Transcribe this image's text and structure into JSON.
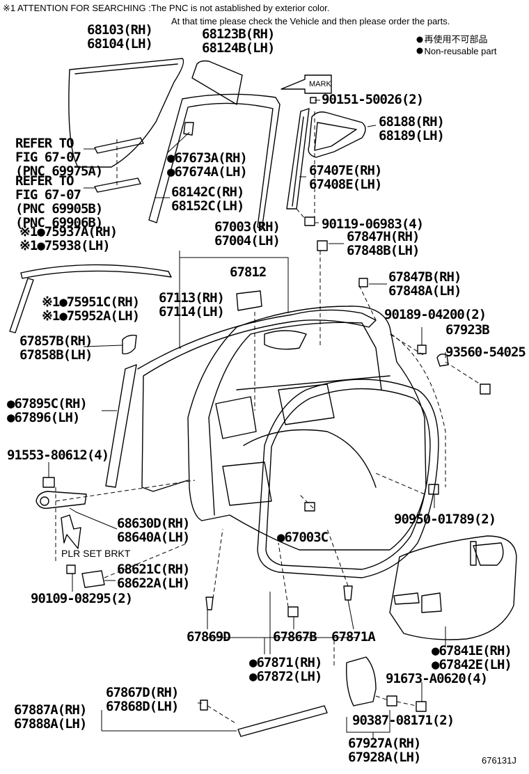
{
  "header": {
    "attention_line1": "※1 ATTENTION FOR SEARCHING :The PNC is not astablished by exterior color.",
    "attention_line2": "At that time please check the Vehicle and then please order the parts."
  },
  "legend": {
    "jp": "● 再使用不可部品",
    "en": "● Non-reusable part"
  },
  "callouts": {
    "c68103": [
      "68103(RH)",
      "68104(LH)"
    ],
    "c68123": [
      "68123B(RH)",
      "68124B(LH)"
    ],
    "mark": "MARK",
    "c90151": "90151-50026(2)",
    "c68188": [
      "68188(RH)",
      "68189(LH)"
    ],
    "ref1": [
      "REFER TO",
      "FIG 67-07",
      "(PNC 69975A)"
    ],
    "ref2": [
      "REFER TO",
      "FIG 67-07",
      "(PNC 69905B)",
      "(PNC 69906B)"
    ],
    "c67673": [
      "●67673A(RH)",
      "●67674A(LH)"
    ],
    "c67407": [
      "67407E(RH)",
      "67408E(LH)"
    ],
    "c68142": [
      "68142C(RH)",
      "68152C(LH)"
    ],
    "c90119": "90119-06983(4)",
    "c75937": [
      "※1●75937A(RH)",
      "※1●75938(LH)"
    ],
    "c67003": [
      "67003(RH)",
      "67004(LH)"
    ],
    "c67847h": [
      "67847H(RH)",
      "67848B(LH)"
    ],
    "c67812": "67812",
    "c67847b": [
      "67847B(RH)",
      "67848A(LH)"
    ],
    "c75951": [
      "※1●75951C(RH)",
      "※1●75952A(LH)"
    ],
    "c67113": [
      "67113(RH)",
      "67114(LH)"
    ],
    "c90189": "90189-04200(2)",
    "c67923": "67923B",
    "c67857": [
      "67857B(RH)",
      "67858B(LH)"
    ],
    "c93560": "93560-54025",
    "c67895": [
      "●67895C(RH)",
      "●67896(LH)"
    ],
    "c91553": "91553-80612(4)",
    "c68630": [
      "68630D(RH)",
      "68640A(LH)"
    ],
    "c90950": "90950-01789(2)",
    "c67003c": "●67003C",
    "plr": "PLR SET BRKT",
    "c68621": [
      "68621C(RH)",
      "68622A(LH)"
    ],
    "c90109": "90109-08295(2)",
    "c67869": "67869D",
    "c67867b": "67867B",
    "c67871a": "67871A",
    "c67841": [
      "●67841E(RH)",
      "●67842E(LH)"
    ],
    "c67871": [
      "●67871(RH)",
      "●67872(LH)"
    ],
    "c91673": "91673-A0620(4)",
    "c67867d": [
      "67867D(RH)",
      "67868D(LH)"
    ],
    "c67887": [
      "67887A(RH)",
      "67888A(LH)"
    ],
    "c90387": "90387-08171(2)",
    "c67927": [
      "67927A(RH)",
      "67928A(LH)"
    ]
  },
  "footer": {
    "fig_id": "676131J"
  }
}
